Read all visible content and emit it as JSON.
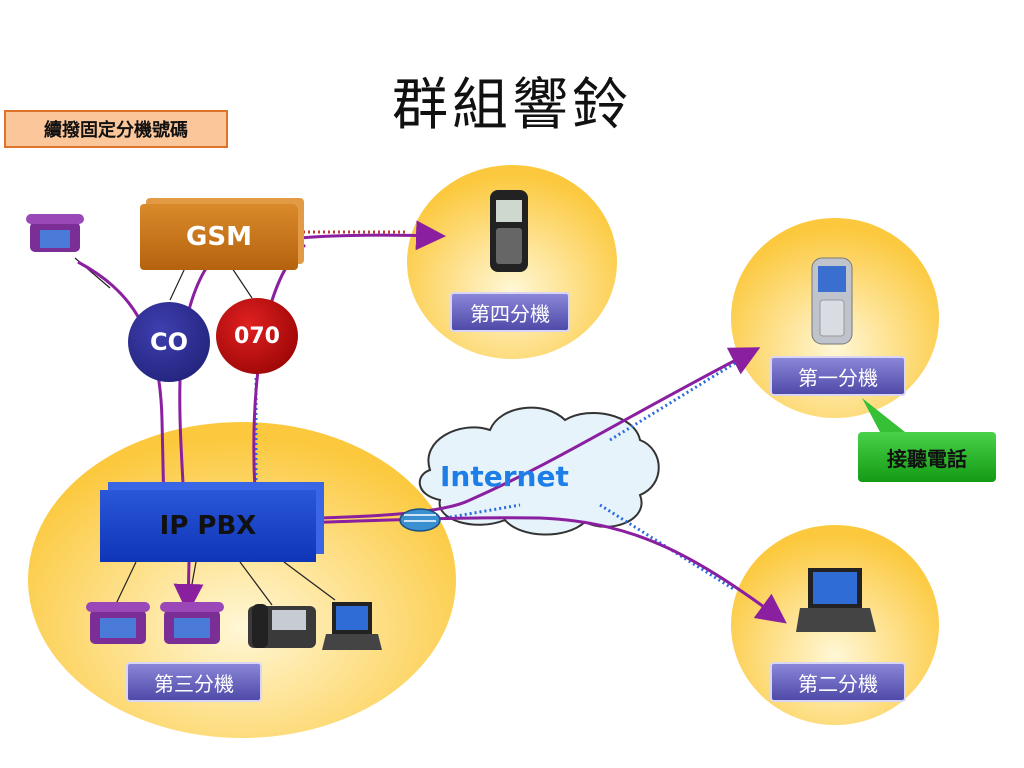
{
  "title": "群組響鈴",
  "note": "續撥固定分機號碼",
  "nodes": {
    "gsm": "GSM",
    "co": "CO",
    "line_070": "070",
    "ip_pbx": "IP PBX",
    "internet": "Internet"
  },
  "extensions": {
    "ext1": "第一分機",
    "ext2": "第二分機",
    "ext3": "第三分機",
    "ext4": "第四分機"
  },
  "callout": "接聽電話",
  "colors": {
    "call_path": "#8a1fa0",
    "zone_fill": "#fcd45a",
    "pbx": "#1a44cc",
    "gsm": "#c87216",
    "co": "#23237a",
    "line_070": "#b00000",
    "callout": "#2cb82c"
  }
}
